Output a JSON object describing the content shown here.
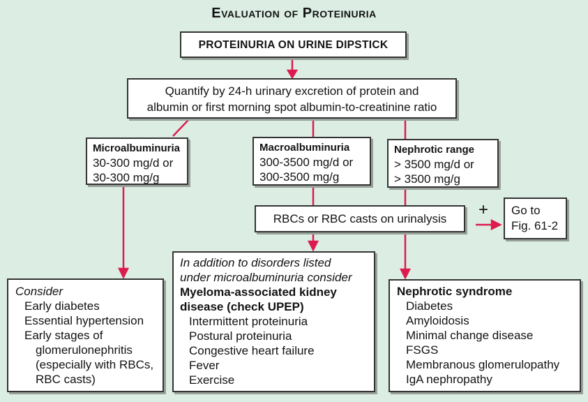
{
  "title": "Evaluation of Proteinuria",
  "boxes": {
    "dipstick": {
      "label": "PROTEINURIA ON URINE DIPSTICK"
    },
    "quantify": {
      "line1": "Quantify by 24-h urinary excretion of protein and",
      "line2": "albumin or first morning spot albumin-to-creatinine ratio"
    },
    "microalbuminuria": {
      "heading": "Microalbuminuria",
      "range1": "30-300 mg/d or",
      "range2": "30-300 mg/g"
    },
    "macroalbuminuria": {
      "heading": "Macroalbuminuria",
      "range1": "300-3500 mg/d or",
      "range2": "300-3500 mg/g"
    },
    "nephrotic_range": {
      "heading": "Nephrotic range",
      "range1": "> 3500 mg/d or",
      "range2": "> 3500 mg/g"
    },
    "urinalysis": {
      "label": "RBCs or RBC casts on urinalysis",
      "positive_sign": "+"
    },
    "goto_fig": {
      "line1": "Go to",
      "line2": "Fig. 61-2"
    },
    "consider": {
      "heading": "Consider",
      "items": [
        "Early diabetes",
        "Essential hypertension",
        "Early stages of"
      ],
      "continuation": [
        "glomerulonephritis",
        "(especially with RBCs,",
        "RBC casts)"
      ]
    },
    "myeloma": {
      "intro_line1": "In addition to disorders listed",
      "intro_line2": "under microalbuminuria consider",
      "heading_line1": "Myeloma-associated kidney",
      "heading_line2": "disease (check UPEP)",
      "items": [
        "Intermittent proteinuria",
        "Postural proteinuria",
        "Congestive heart failure",
        "Fever",
        "Exercise"
      ]
    },
    "nephrotic_syndrome": {
      "heading": "Nephrotic syndrome",
      "items": [
        "Diabetes",
        "Amyloidosis",
        "Minimal change disease",
        "FSGS",
        "Membranous glomerulopathy",
        "IgA nephropathy"
      ]
    }
  },
  "colors": {
    "background": "#dceee4",
    "arrow": "#dd1b4e",
    "box_border": "#333333",
    "box_fill": "#ffffff",
    "box_shadow": "#98a29b"
  }
}
